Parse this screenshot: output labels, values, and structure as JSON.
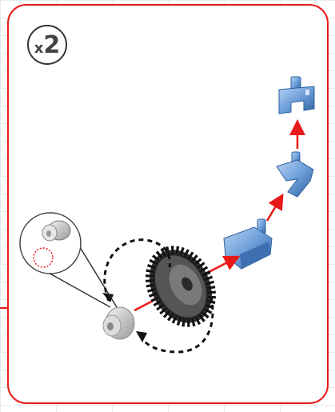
{
  "instruction_step": {
    "quantity_prefix": "x",
    "quantity_value": "2"
  },
  "colors": {
    "frame": "#e81919",
    "arrow": "#e81919",
    "parts_blue": "#6d9fd9",
    "gear": "#3a3a3a",
    "rotation": "#111111"
  },
  "icons": [
    "axle-bracket-part",
    "angled-bracket-part",
    "bracket-mount-part",
    "gear-wheel",
    "axle-spacer",
    "rotation-arrow-icon",
    "detail-callout"
  ]
}
